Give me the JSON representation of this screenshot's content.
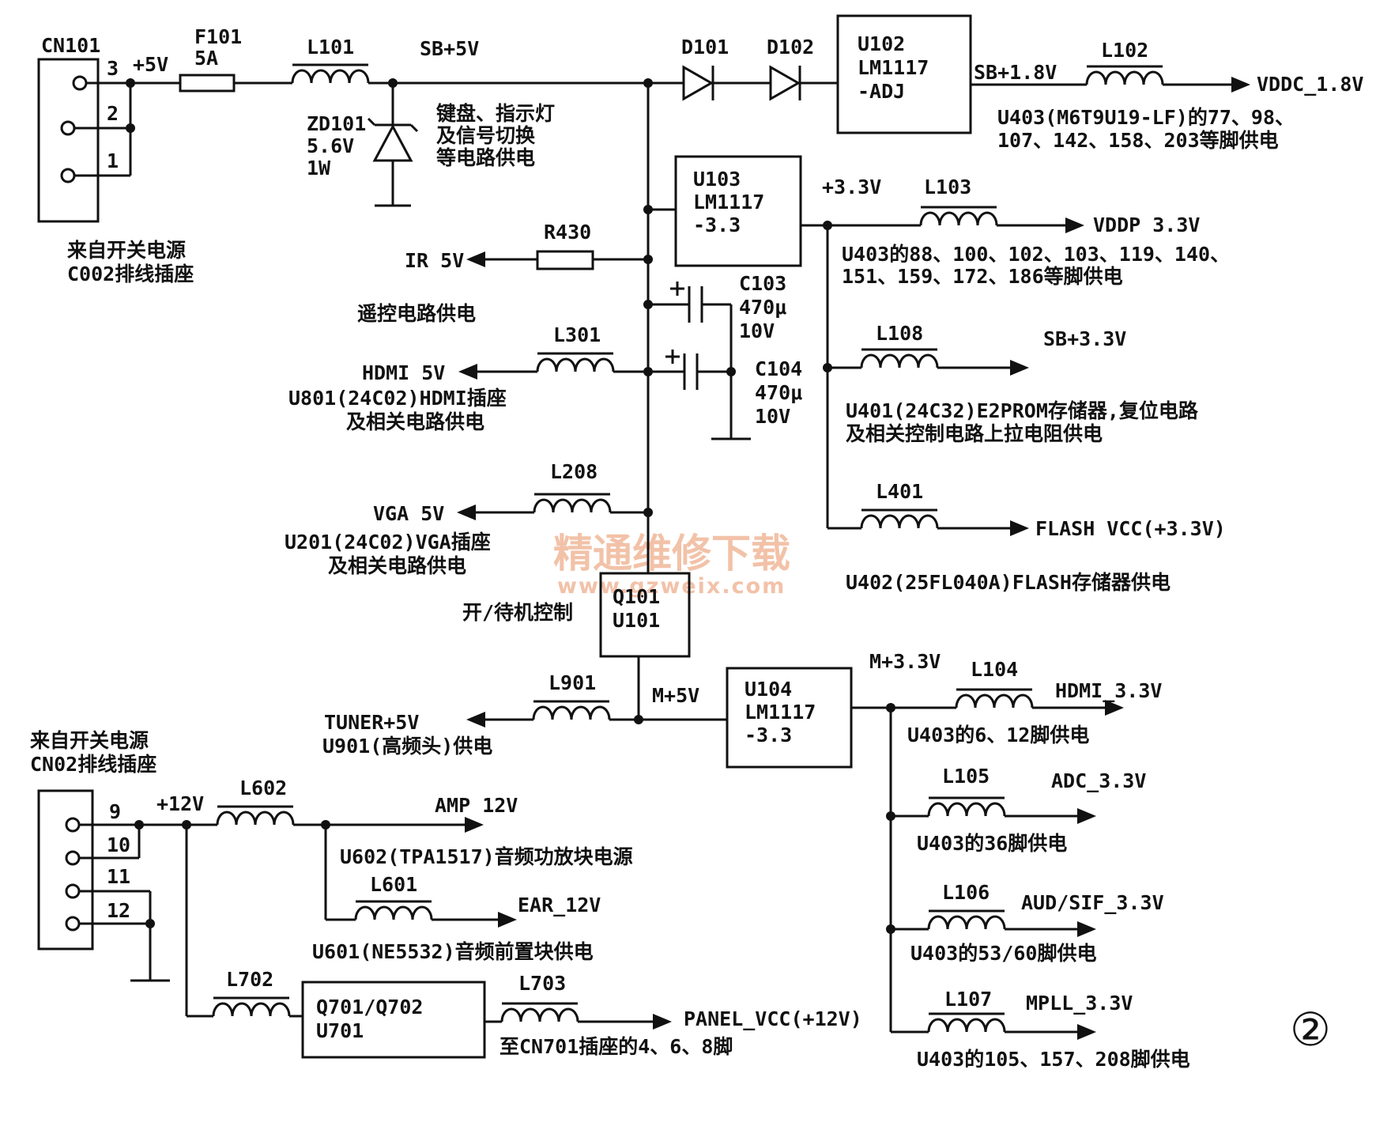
{
  "connectors": {
    "cn101": {
      "name": "CN101",
      "pins": [
        "3",
        "2",
        "1"
      ],
      "source": [
        "来自开关电源",
        "C002排线插座"
      ]
    },
    "cn02": {
      "name": "",
      "pins": [
        "9",
        "10",
        "11",
        "12"
      ],
      "source": [
        "来自开关电源",
        "CN02排线插座"
      ]
    }
  },
  "nets": {
    "p5v": "+5V",
    "sb5v": "SB+5V",
    "sb18v": "SB+1.8V",
    "p33v": "+3.3V",
    "m33v": "M+3.3V",
    "m5v": "M+5V",
    "p12v": "+12V"
  },
  "components": {
    "f101": {
      "ref": "F101",
      "value": "5A"
    },
    "l101": "L101",
    "l102": "L102",
    "l103": "L103",
    "l108": "L108",
    "l401": "L401",
    "l301": "L301",
    "l208": "L208",
    "l901": "L901",
    "l104": "L104",
    "l105": "L105",
    "l106": "L106",
    "l107": "L107",
    "l602": "L602",
    "l601": "L601",
    "l702": "L702",
    "l703": "L703",
    "r430": "R430",
    "d101": "D101",
    "d102": "D102",
    "zd101": {
      "ref": "ZD101",
      "v": "5.6V",
      "w": "1W"
    },
    "c103": {
      "ref": "C103",
      "val": "470μ",
      "v": "10V"
    },
    "c104": {
      "ref": "C104",
      "val": "470μ",
      "v": "10V"
    },
    "u102": [
      "U102",
      "LM1117",
      "-ADJ"
    ],
    "u103": [
      "U103",
      "LM1117",
      "-3.3"
    ],
    "u104": [
      "U104",
      "LM1117",
      "-3.3"
    ],
    "q101": [
      "Q101",
      "U101"
    ],
    "q701": [
      "Q701/Q702",
      "U701"
    ]
  },
  "outputs": {
    "vddc": {
      "name": "VDDC_1.8V",
      "desc": [
        "U403(M6T9U19-LF)的77、98、",
        "107、142、158、203等脚供电"
      ]
    },
    "vddp": {
      "name": "VDDP 3.3V",
      "desc": [
        "U403的88、100、102、103、119、140、",
        "151、159、172、186等脚供电"
      ]
    },
    "sb33": {
      "name": "SB+3.3V",
      "desc": [
        "U401(24C32)E2PROM存储器,复位电路",
        "及相关控制电路上拉电阻供电"
      ]
    },
    "flash": {
      "name": "FLASH VCC(+3.3V)",
      "desc": [
        "U402(25FL040A)FLASH存储器供电"
      ]
    },
    "ir": {
      "name": "IR 5V",
      "desc": [
        "遥控电路供电"
      ]
    },
    "hdmi5": {
      "name": "HDMI 5V",
      "desc": [
        "U801(24C02)HDMI插座",
        "及相关电路供电"
      ]
    },
    "vga5": {
      "name": "VGA 5V",
      "desc": [
        "U201(24C02)VGA插座",
        "及相关电路供电"
      ]
    },
    "keypad": {
      "desc": [
        "键盘、指示灯",
        "及信号切换",
        "等电路供电"
      ]
    },
    "standby": {
      "desc": "开/待机控制"
    },
    "tuner": {
      "name": "TUNER+5V",
      "desc": [
        "U901(高频头)供电"
      ]
    },
    "hdmi33": {
      "name": "HDMI_3.3V",
      "desc": [
        "U403的6、12脚供电"
      ]
    },
    "adc33": {
      "name": "ADC_3.3V",
      "desc": [
        "U403的36脚供电"
      ]
    },
    "aud33": {
      "name": "AUD/SIF_3.3V",
      "desc": [
        "U403的53/60脚供电"
      ]
    },
    "mpll33": {
      "name": "MPLL_3.3V",
      "desc": [
        "U403的105、157、208脚供电"
      ]
    },
    "amp12": {
      "name": "AMP 12V",
      "desc": [
        "U602(TPA1517)音频功放块电源"
      ]
    },
    "ear12": {
      "name": "EAR_12V",
      "desc": [
        "U601(NE5532)音频前置块供电"
      ]
    },
    "panel": {
      "name": "PANEL_VCC(+12V)",
      "desc": [
        "至CN701插座的4、6、8脚"
      ]
    }
  },
  "watermark": {
    "line1": "精通维修下载",
    "line2": "www.gzweix.com"
  },
  "figure_number": "②"
}
